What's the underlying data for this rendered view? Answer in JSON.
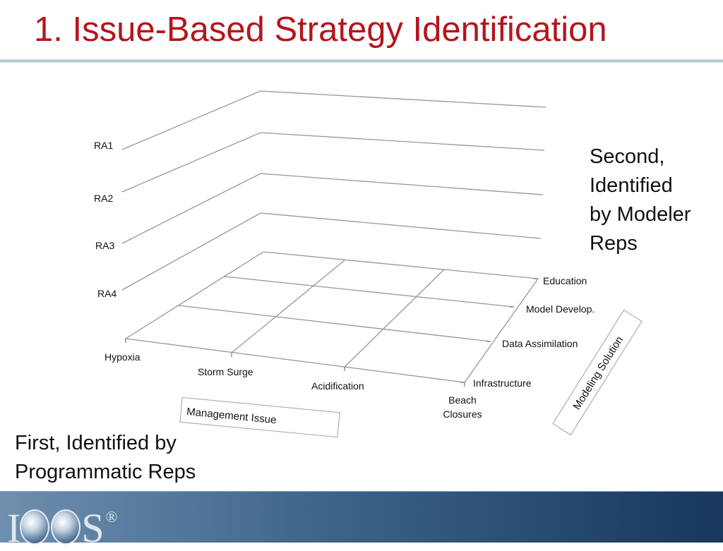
{
  "slide": {
    "title": "1.  Issue-Based Strategy Identification",
    "side_note_lines": [
      "Second,",
      "Identified",
      "by Modeler",
      "Reps"
    ],
    "bottom_note_lines": [
      "First, Identified by",
      "Programmatic Reps"
    ]
  },
  "diagram": {
    "region_labels": [
      "RA1",
      "RA2",
      "RA3",
      "RA4"
    ],
    "management_issues": [
      "Hypoxia",
      "Storm Surge",
      "Acidification",
      "Beach",
      "Closures"
    ],
    "modeling_solutions": [
      "Education",
      "Model Develop.",
      "Data Assimilation",
      "Infrastructure"
    ],
    "management_axis_label": "Management Issue",
    "modeling_axis_label": "Modeling Solution"
  },
  "footer": {
    "logo_letters": [
      "I",
      "O",
      "O",
      "S"
    ],
    "registered_mark": "®"
  },
  "colors": {
    "title": "#b3161c",
    "grid_line": "#8f9a9c",
    "footer_left": "#6e8fae",
    "footer_right": "#17375d"
  }
}
